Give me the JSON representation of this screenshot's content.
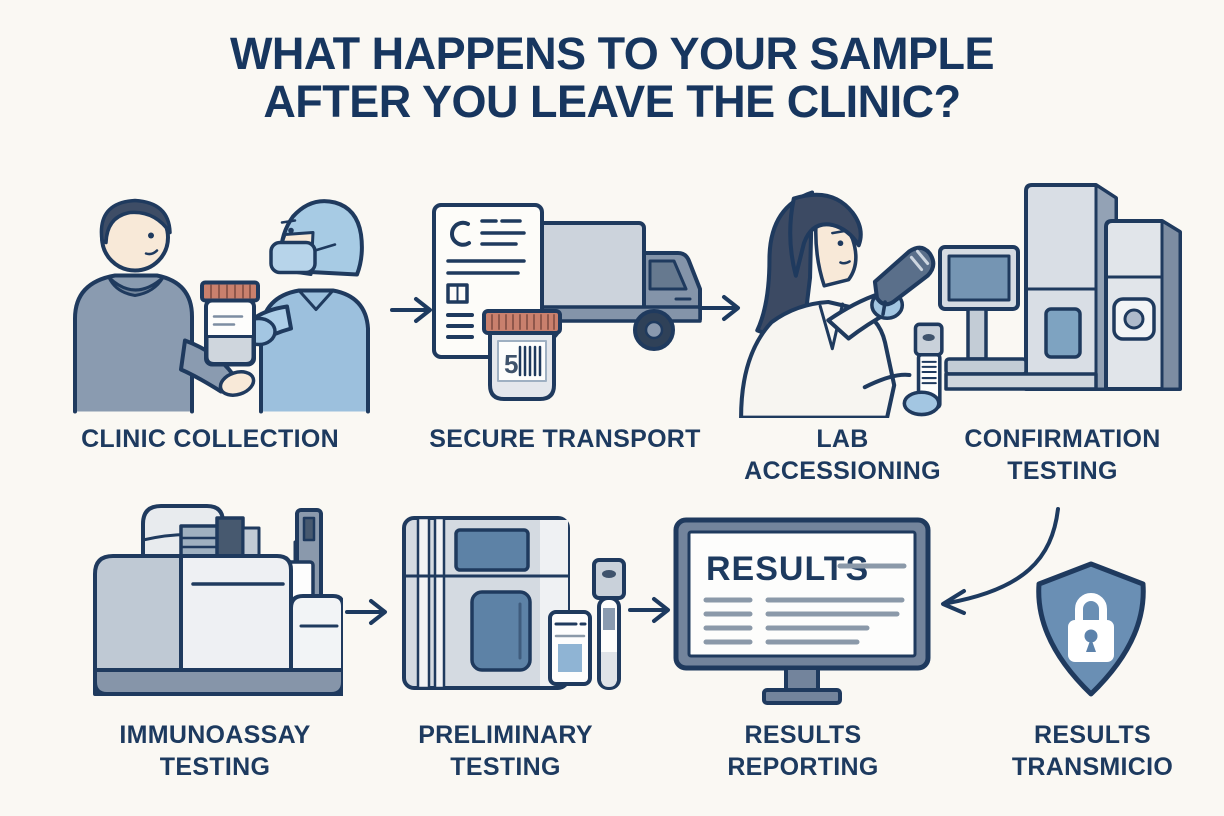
{
  "colors": {
    "background": "#faf8f3",
    "navy_outline": "#1f3a5e",
    "title_navy": "#17365f",
    "label_navy": "#1d3a5f",
    "accent_lid_red": "#c9806d",
    "scrubs_blue": "#9cc0dd",
    "shield_blue": "#6a8fb4",
    "machine_grey": "#d4dae1",
    "screen_blue": "#5d82a6"
  },
  "title": {
    "line1": "WHAT HAPPENS TO YOUR SAMPLE",
    "line2": "AFTER YOU LEAVE THE CLINIC?"
  },
  "steps": [
    {
      "id": "clinic-collection",
      "label": "CLINIC COLLECTION"
    },
    {
      "id": "secure-transport",
      "label": "SECURE TRANSPORT",
      "jar_digit": "5"
    },
    {
      "id": "lab-accessioning",
      "label": "LAB\nACCESSIONING"
    },
    {
      "id": "confirmation-testing",
      "label": "CONFIRMATION\nTESTING"
    },
    {
      "id": "immunoassay-testing",
      "label": "IMMUNOASSAY\nTESTING"
    },
    {
      "id": "preliminary-testing",
      "label": "PRELIMINARY\nTESTING"
    },
    {
      "id": "results-reporting",
      "label": "RESULTS\nREPORTING",
      "screen_heading": "RESULTS"
    },
    {
      "id": "results-transmission",
      "label": "RESULTS\nTRANSMICIO"
    }
  ]
}
